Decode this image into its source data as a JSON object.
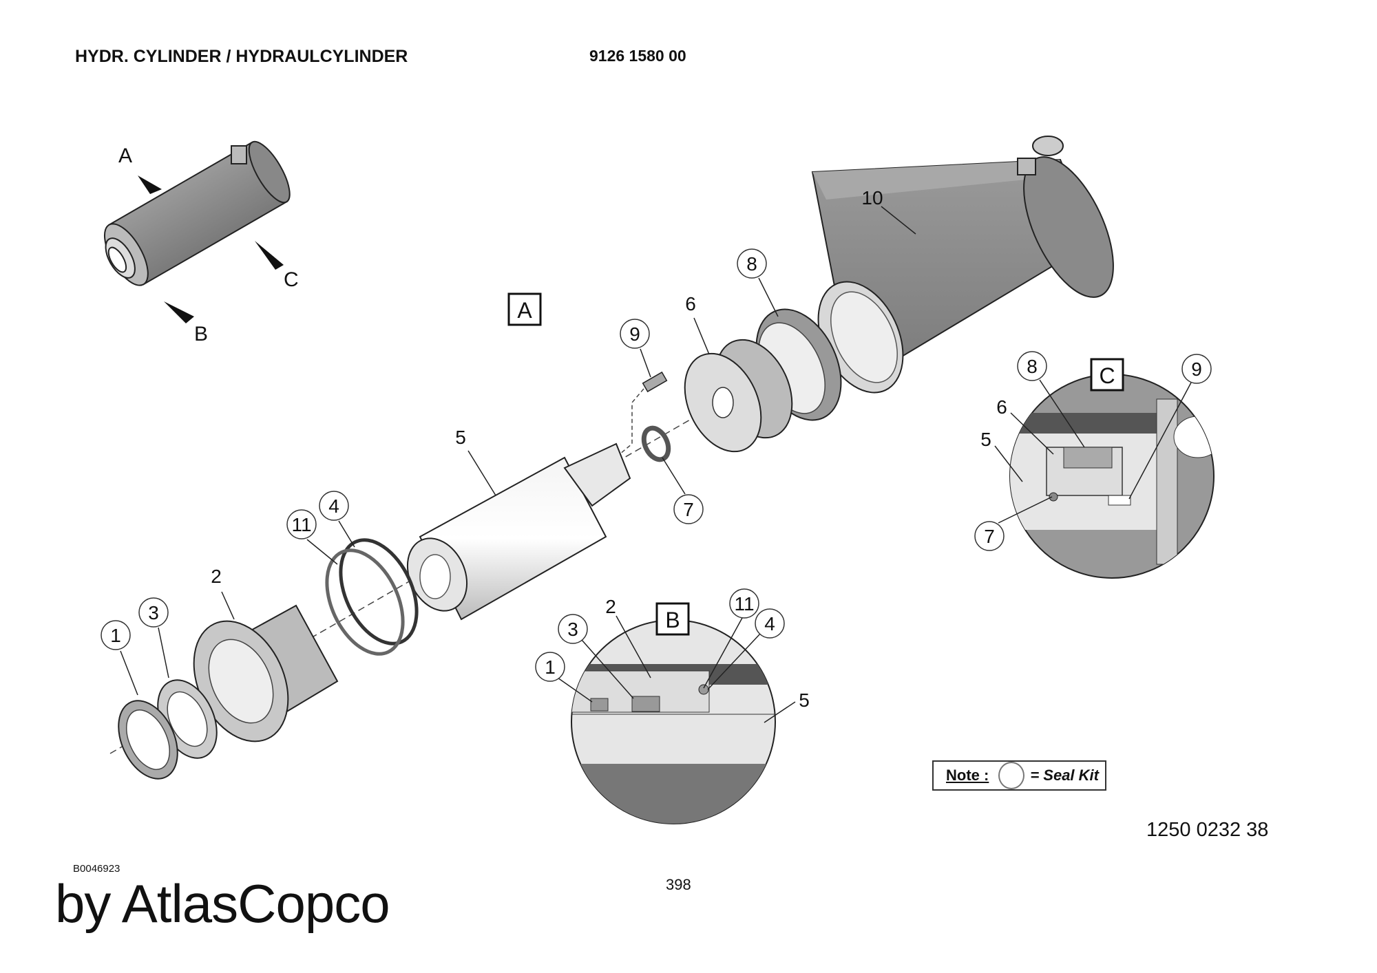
{
  "header": {
    "title": "HYDR. CYLINDER / HYDRAULCYLINDER",
    "part_number": "9126 1580 00"
  },
  "views": {
    "A": "A",
    "B": "B",
    "C": "C"
  },
  "overview_labels": {
    "a": "A",
    "b": "B",
    "c": "C"
  },
  "callouts_main": {
    "p1": "1",
    "p2": "2",
    "p3": "3",
    "p4": "4",
    "p5": "5",
    "p6": "6",
    "p7": "7",
    "p8": "8",
    "p9": "9",
    "p10": "10",
    "p11": "11"
  },
  "detail_b": {
    "p1": "1",
    "p2": "2",
    "p3": "3",
    "p4": "4",
    "p5": "5",
    "p11": "11"
  },
  "detail_c": {
    "p5": "5",
    "p6": "6",
    "p7": "7",
    "p8": "8",
    "p9": "9"
  },
  "note": {
    "label": "Note :",
    "text": "= Seal Kit"
  },
  "drawing_number": "1250 0232 38",
  "image_code": "B0046923",
  "page_number": "398",
  "watermark": "by AtlasCopco"
}
